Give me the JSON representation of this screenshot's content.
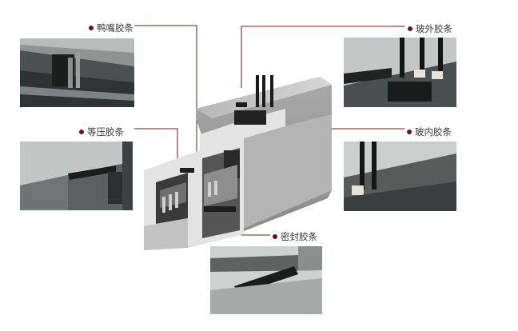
{
  "callouts": {
    "duck_strip": "鸭嘴胶条",
    "equal_pressure_strip": "等压胶条",
    "outer_glass_strip": "玻外胶条",
    "inner_glass_strip": "玻内胶条",
    "seal_strip": "密封胶条"
  },
  "colors": {
    "leader_line": "#7a1a20",
    "dot": "#6a1418",
    "aluminum_light": "#c9c9c9",
    "aluminum_dark": "#7b7b7b",
    "rubber": "#1e1e1e"
  }
}
